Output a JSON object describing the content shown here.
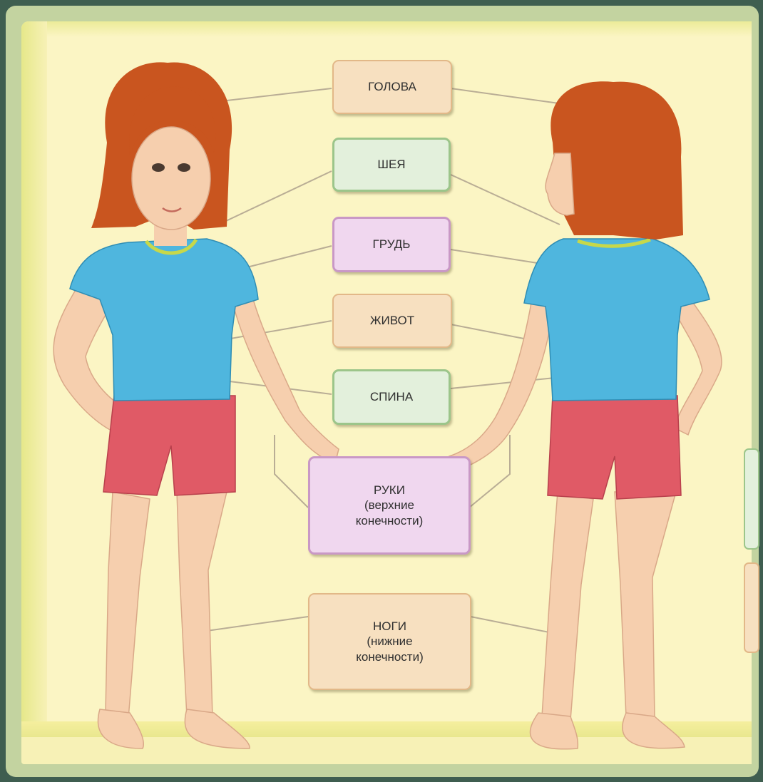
{
  "labels": {
    "head": "ГОЛОВА",
    "neck": "ШЕЯ",
    "chest": "ГРУДЬ",
    "belly": "ЖИВОТ",
    "back": "СПИНА",
    "arms": "РУКИ\n(верхние\nконечности)",
    "legs": "НОГИ\n(нижние\nконечности)"
  },
  "colors": {
    "background": "#3f5e50",
    "frame": "#c3d3a0",
    "board": "#fbf5c4",
    "label_peach": "#f7e0c0",
    "label_green": "#e3f0dc",
    "label_violet": "#f0d7ef",
    "hair": "#c9551f",
    "shirt": "#4fb6de",
    "shorts": "#e05a66",
    "skin": "#f6cfae"
  }
}
